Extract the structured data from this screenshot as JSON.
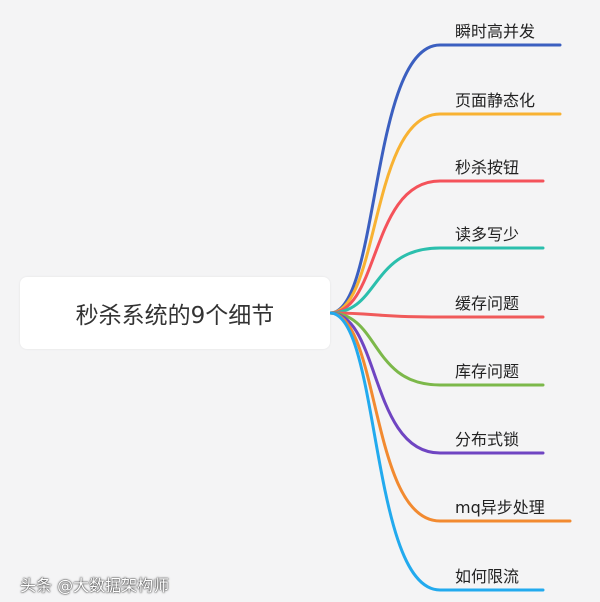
{
  "root": {
    "label": "秒杀系统的9个细节"
  },
  "branches": [
    {
      "label": "瞬时高并发",
      "color": "#3b5fc0"
    },
    {
      "label": "页面静态化",
      "color": "#f8b232"
    },
    {
      "label": "秒杀按钮",
      "color": "#f4525a"
    },
    {
      "label": "读多写少",
      "color": "#2bbfad"
    },
    {
      "label": "缓存问题",
      "color": "#f05a5a"
    },
    {
      "label": "库存问题",
      "color": "#7cb84a"
    },
    {
      "label": "分布式锁",
      "color": "#6f45c2"
    },
    {
      "label": "mq异步处理",
      "color": "#f28a30"
    },
    {
      "label": "如何限流",
      "color": "#22aaee"
    }
  ],
  "watermark": "头条 @大数据架构师"
}
